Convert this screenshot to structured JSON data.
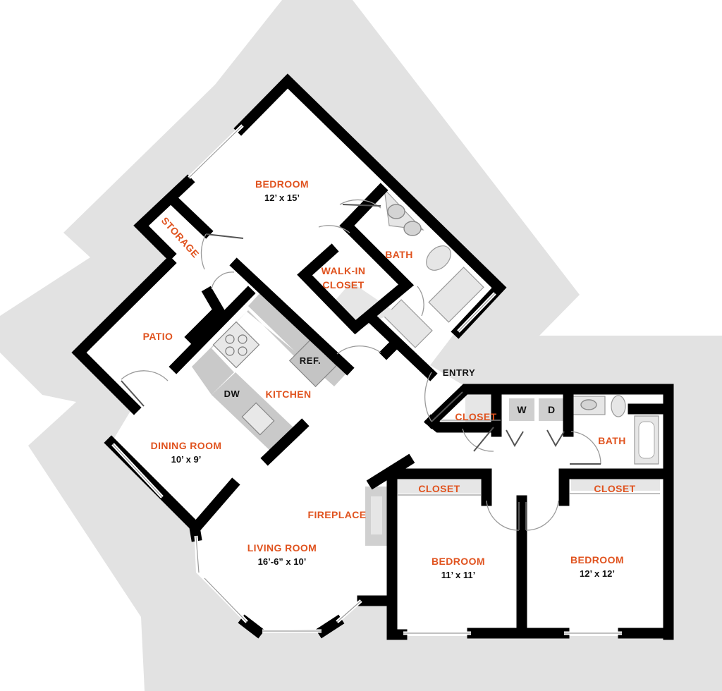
{
  "rooms": {
    "bedroom_master": {
      "name": "BEDROOM",
      "size": "12’ x 15’"
    },
    "storage": {
      "name": "STORAGE"
    },
    "bath_master": {
      "name": "BATH"
    },
    "walkin_closet": {
      "name_line1": "WALK-IN",
      "name_line2": "CLOSET"
    },
    "patio": {
      "name": "PATIO"
    },
    "kitchen": {
      "name": "KITCHEN",
      "dishwasher": "DW",
      "refrigerator": "REF."
    },
    "dining_room": {
      "name": "DINING ROOM",
      "size": "10’ x 9’"
    },
    "living_room": {
      "name": "LIVING ROOM",
      "size": "16’-6” x 10’"
    },
    "fireplace": {
      "name": "FIREPLACE"
    },
    "entry": {
      "name": "ENTRY"
    },
    "hall_closet": {
      "name": "CLOSET"
    },
    "laundry": {
      "washer": "W",
      "dryer": "D"
    },
    "bath_second": {
      "name": "BATH"
    },
    "bedroom_2": {
      "name": "BEDROOM",
      "size": "11’ x 11’",
      "closet": "CLOSET"
    },
    "bedroom_3": {
      "name": "BEDROOM",
      "size": "12’ x 12’",
      "closet": "CLOSET"
    }
  },
  "colors": {
    "room_label": "#e0531f",
    "walls": "#000000",
    "surround": "#e2e2e2",
    "fixtures": "#d4d4d4"
  }
}
